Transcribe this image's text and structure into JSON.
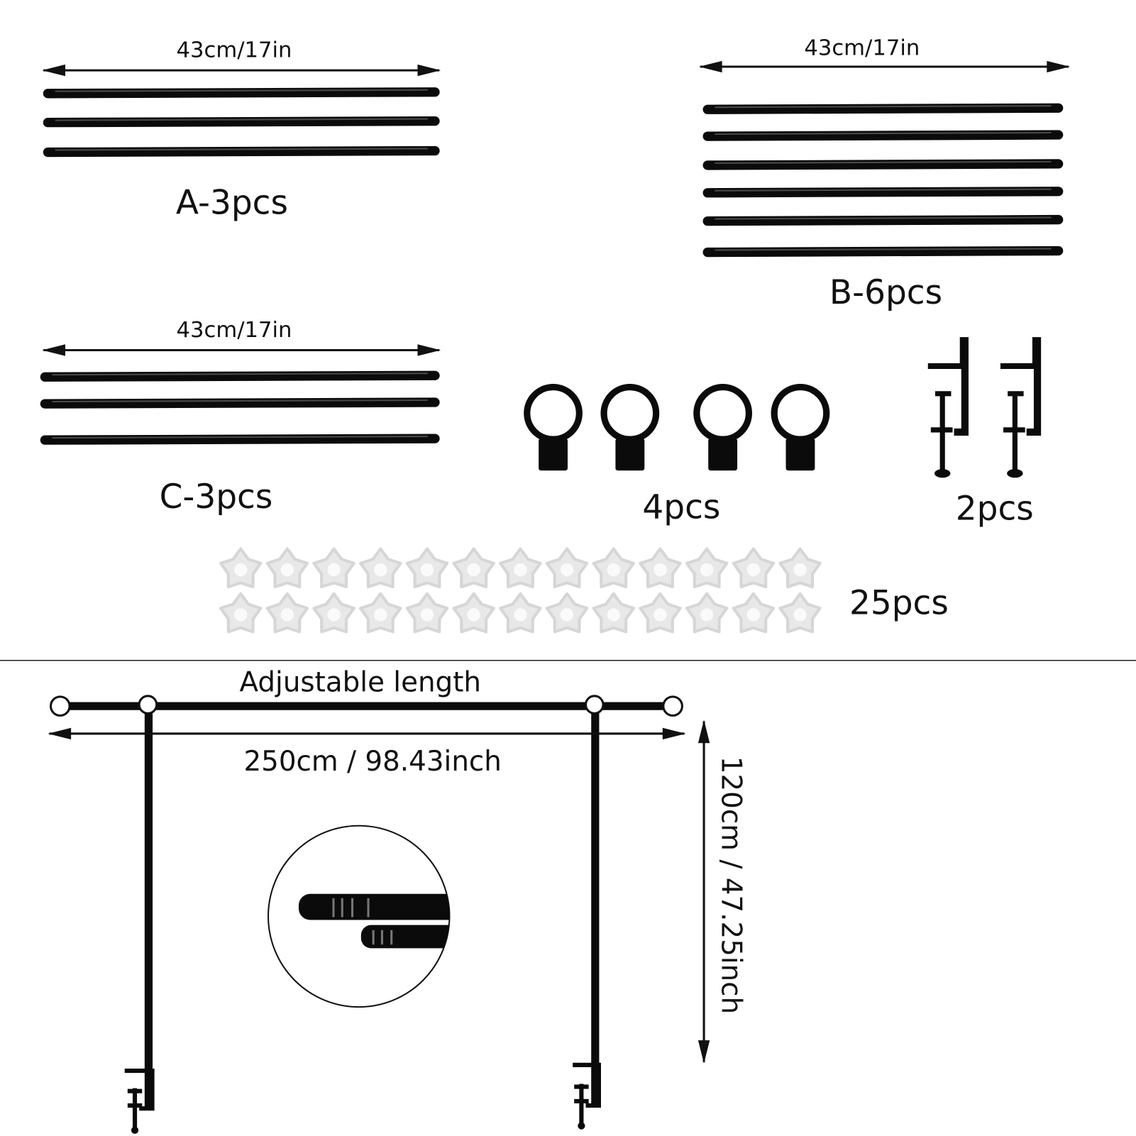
{
  "parts": {
    "a": {
      "dimension": "43cm/17in",
      "label": "A-3pcs",
      "count": 3
    },
    "b": {
      "dimension": "43cm/17in",
      "label": "B-6pcs",
      "count": 6
    },
    "c": {
      "dimension": "43cm/17in",
      "label": "C-3pcs",
      "count": 3
    },
    "rings": {
      "label": "4pcs",
      "count": 4
    },
    "clamps": {
      "label": "2pcs",
      "count": 2
    },
    "stoppers": {
      "label": "25pcs"
    }
  },
  "assembly": {
    "adjustable_label": "Adjustable length",
    "width_label": "250cm / 98.43inch",
    "height_label": "120cm / 47.25inch"
  },
  "colors": {
    "rod": "#0b0b0b",
    "background": "#ffffff",
    "stopper": "#e8e8e8"
  }
}
